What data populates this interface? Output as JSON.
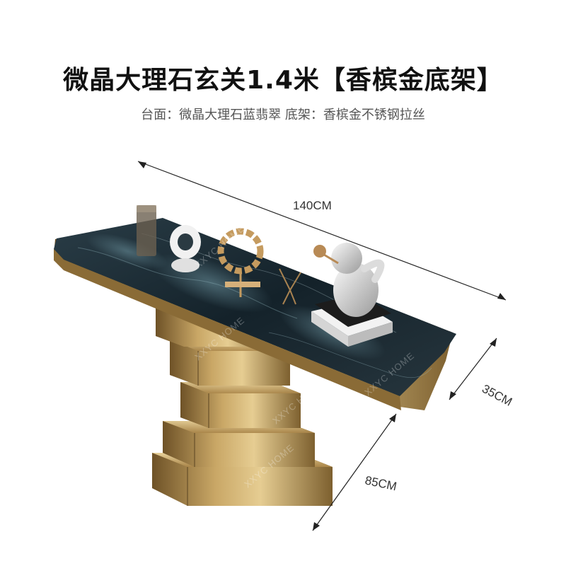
{
  "header": {
    "title": "微晶大理石玄关1.4米【香槟金底架】",
    "subtitle": "台面：微晶大理石蓝翡翠  底架：香槟金不锈钢拉丝"
  },
  "dimensions": {
    "length": "140CM",
    "depth": "35CM",
    "height": "85CM"
  },
  "watermark": {
    "text": "XXYC HOME"
  },
  "colors": {
    "marble": "#1b2a33",
    "gold": "#b8965a",
    "gold_dark": "#7a5e2f",
    "gold_light": "#e2c890"
  }
}
